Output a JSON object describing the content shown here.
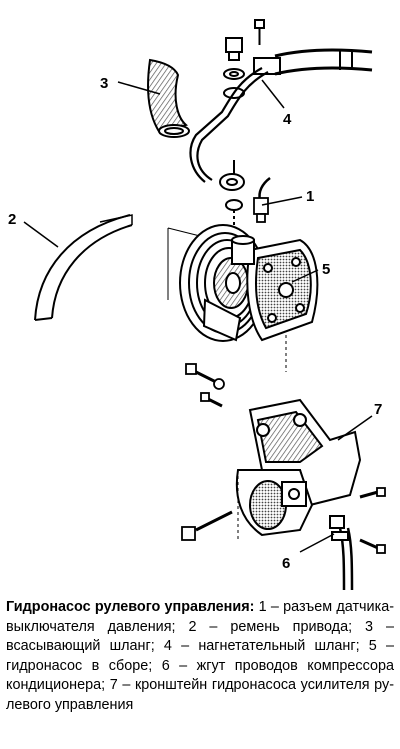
{
  "figure": {
    "callouts": [
      "1",
      "2",
      "3",
      "4",
      "5",
      "6",
      "7"
    ]
  },
  "caption": {
    "title": "Гидронасос рулевого управления:",
    "body": " 1 – разъ­ем датчика-выключателя давления; 2 – ремень привода; 3 – всасывающий шланг; 4 – нагнета­тельный шланг; 5 – гидронасос в сборе; 6 – жгут проводов компрессора кондиционе­ра; 7 – кронштейн гидронасоса усилителя ру­левого управления"
  },
  "colors": {
    "ink": "#000000",
    "paper": "#ffffff",
    "shade": "#6f6f6f"
  }
}
